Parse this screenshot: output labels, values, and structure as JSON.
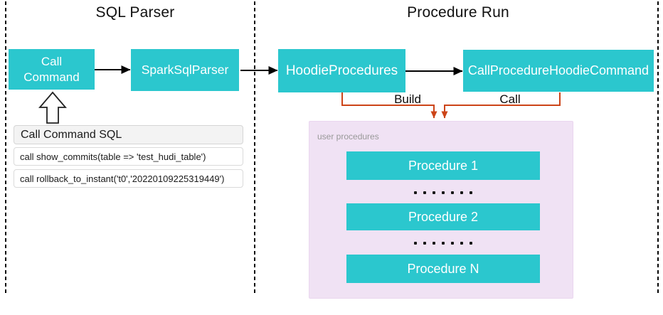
{
  "colors": {
    "node_teal": "#2BC7CE",
    "connector_orange": "#CC4418",
    "user_procedures_bg": "#F0E2F4",
    "muted_label_gray": "#999999"
  },
  "sql_parser": {
    "title": "SQL Parser",
    "call_command_label": "Call Command",
    "spark_sql_parser_label": "SparkSqlParser",
    "panel": {
      "header": "Call Command SQL",
      "line1": "call show_commits(table => 'test_hudi_table')",
      "line2": "call rollback_to_instant('t0','20220109225319449')"
    }
  },
  "procedure_run": {
    "title": "Procedure Run",
    "hoodie_procedures_label": "HoodieProcedures",
    "call_procedure_label": "CallProcedureHoodieCommand",
    "build_label": "Build",
    "call_label": "Call",
    "user_procedures": {
      "label": "user procedures",
      "procedure1": "Procedure 1",
      "procedure2": "Procedure 2",
      "procedureN": "Procedure N"
    }
  }
}
